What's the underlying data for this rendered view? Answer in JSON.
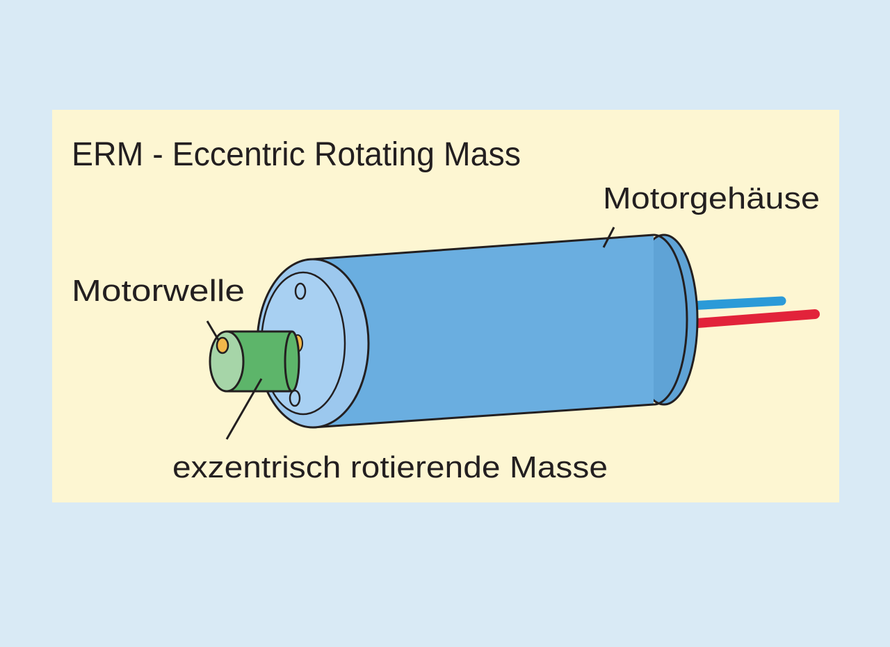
{
  "title": "ERM - Eccentric Rotating Mass",
  "labels": {
    "housing": "Motorgehäuse",
    "shaft": "Motorwelle",
    "eccentric_mass": "exzentrisch rotierende Masse"
  },
  "colors": {
    "background": "#d9eaf5",
    "panel": "#fdf6d2",
    "housing": "#6aaee0",
    "end_cap": "#9cc8ee",
    "eccentric_mass": "#5db56a",
    "shaft_pin": "#f2b84a",
    "wire_blue": "#2b9ad8",
    "wire_red": "#e2233a",
    "outline": "#231f20"
  }
}
